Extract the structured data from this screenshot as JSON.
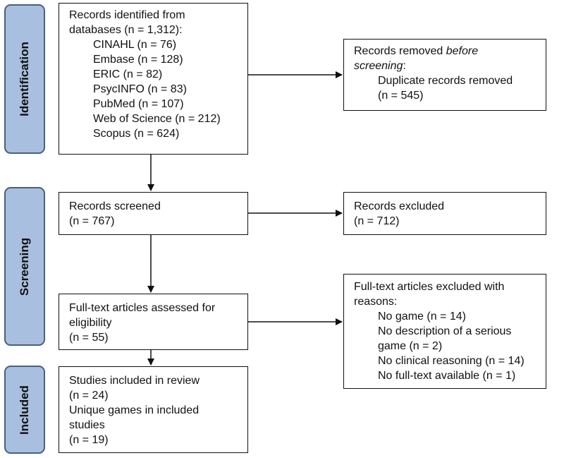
{
  "phases": {
    "identification": "Identification",
    "screening": "Screening",
    "included": "Included"
  },
  "identified": {
    "heading_1": "Records identified from",
    "heading_2": "databases (n = 1,312):",
    "sources": [
      "CINAHL (n = 76)",
      "Embase (n = 128)",
      "ERIC (n = 82)",
      "PsycINFO (n = 83)",
      "PubMed (n = 107)",
      "Web of Science (n = 212)",
      "Scopus (n = 624)"
    ]
  },
  "removed": {
    "line1_prefix": "Records removed ",
    "line1_emphasis": "before",
    "line2": "screening",
    "line2_suffix": ":",
    "detail": "Duplicate records removed",
    "count": "(n = 545)"
  },
  "screened": {
    "label": "Records screened",
    "count": "(n = 767)"
  },
  "excluded": {
    "label": "Records excluded",
    "count": "(n = 712)"
  },
  "fulltext": {
    "line1": "Full-text articles assessed for",
    "line2": "eligibility",
    "count": "(n = 55)"
  },
  "fulltext_excluded": {
    "line1": "Full-text articles excluded with",
    "line2": "reasons:",
    "reasons": [
      "No game (n = 14)",
      "No description of a serious",
      "game (n = 2)",
      "No clinical reasoning (n = 14)",
      "No full-text available (n = 1)"
    ]
  },
  "included": {
    "studies_label": "Studies included in review",
    "studies_count": "(n = 24)",
    "games_line1": "Unique games in included",
    "games_line2": "studies",
    "games_count": "(n = 19)"
  }
}
